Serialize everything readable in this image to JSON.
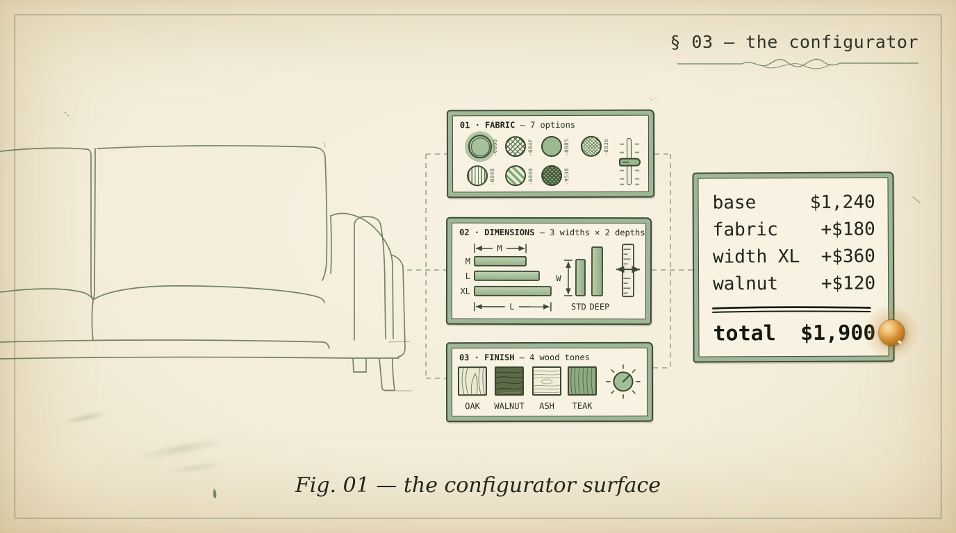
{
  "header": {
    "section_label": "§ 03 – the configurator"
  },
  "caption": "Fig. 01 — the configurator surface",
  "fabric_panel": {
    "title": "01 · FABRIC",
    "subtitle": "– 7 options",
    "swatches": [
      {
        "code": "-0890",
        "pattern": "solid",
        "selected": true
      },
      {
        "code": "-084F",
        "pattern": "diamond-crosshatch",
        "selected": false
      },
      {
        "code": "-0885",
        "pattern": "solid",
        "selected": false
      },
      {
        "code": "-0836",
        "pattern": "fine-crosshatch",
        "selected": false
      },
      {
        "code": "-0848",
        "pattern": "vertical-stripes",
        "selected": false
      },
      {
        "code": "-6049",
        "pattern": "diagonal-stripes",
        "selected": false
      },
      {
        "code": "-9538",
        "pattern": "dense-crosshatch",
        "selected": false
      }
    ]
  },
  "dimensions_panel": {
    "title": "02 · DIMENSIONS",
    "subtitle": "– 3 widths × 2 depths",
    "width_options": [
      "M",
      "L",
      "XL"
    ],
    "width_dim_label": "M",
    "length_dim_label": "L",
    "depth_dim_label": "W",
    "depth_options": [
      "STD",
      "DEEP"
    ]
  },
  "finish_panel": {
    "title": "03 · FINISH",
    "subtitle": "– 4 wood tones",
    "woods": [
      {
        "label": "OAK"
      },
      {
        "label": "WALNUT"
      },
      {
        "label": "ASH"
      },
      {
        "label": "TEAK"
      }
    ]
  },
  "price_panel": {
    "rows": [
      {
        "label": "base",
        "value": "$1,240"
      },
      {
        "label": "fabric",
        "value": "+$180"
      },
      {
        "label": "width XL",
        "value": "+$360"
      },
      {
        "label": "walnut",
        "value": "+$120"
      }
    ],
    "total_label": "total",
    "total_value": "$1,900"
  },
  "colors": {
    "paper": "#f3edda",
    "ink": "#20251c",
    "accent_green": "#9fb795",
    "sketch_green": "#5e7054",
    "pin_orange": "#d08a2e"
  }
}
